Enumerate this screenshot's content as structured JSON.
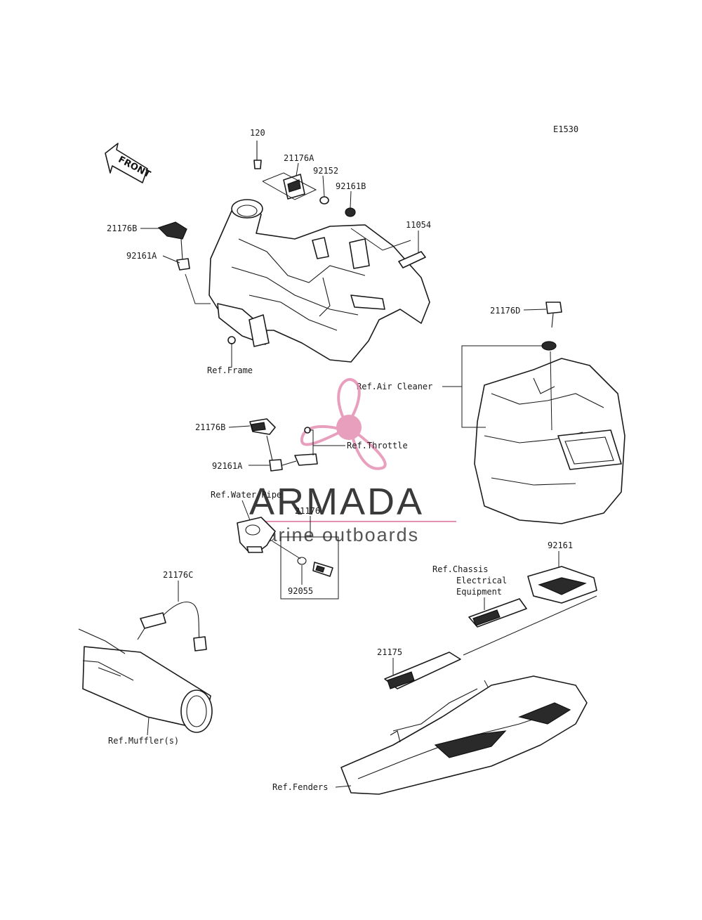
{
  "diagram_code": "E1530",
  "front_label": "FRONT",
  "labels": {
    "p120": "120",
    "p21176A": "21176A",
    "p92152": "92152",
    "p92161B": "92161B",
    "p11054": "11054",
    "p21176B_top": "21176B",
    "p92161A_top": "92161A",
    "ref_frame": "Ref.Frame",
    "p21176D": "21176D",
    "ref_air_cleaner": "Ref.Air Cleaner",
    "p21176B_mid": "21176B",
    "ref_throttle": "Ref.Throttle",
    "p92161A_mid": "92161A",
    "ref_water_pipe": "Ref.Water Pipe",
    "p21176": "21176",
    "p92055": "92055",
    "p21176C": "21176C",
    "ref_mufflers": "Ref.Muffler(s)",
    "p92161": "92161",
    "ref_chassis_1": "Ref.Chassis",
    "ref_chassis_2": "Electrical",
    "ref_chassis_3": "Equipment",
    "p21175": "21175",
    "ref_fenders": "Ref.Fenders"
  },
  "watermark": {
    "brand": "ARMADA",
    "tagline": "marine outboards",
    "logo_color": "#e58fb3"
  }
}
